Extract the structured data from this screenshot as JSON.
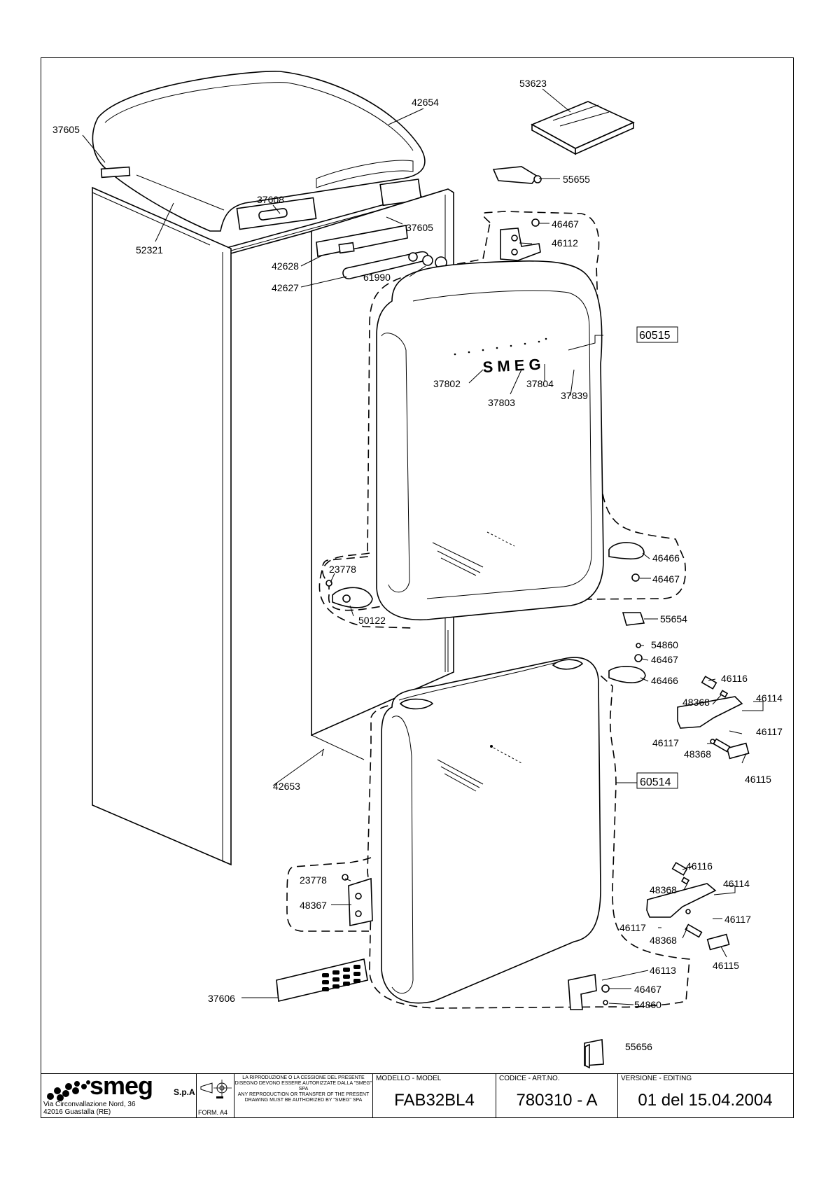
{
  "part_labels": {
    "p53623": "53623",
    "p42654": "42654",
    "p37605a": "37605",
    "p55655": "55655",
    "p37608": "37608",
    "p46467a": "46467",
    "p46112": "46112",
    "p37605b": "37605",
    "p52321": "52321",
    "p42628": "42628",
    "p42627": "42627",
    "p61990": "61990",
    "p60515": "60515",
    "p37802": "37802",
    "p37804": "37804",
    "p37803": "37803",
    "p37839": "37839",
    "p46466a": "46466",
    "p23778a": "23778",
    "p46467b": "46467",
    "p50122": "50122",
    "p55654": "55654",
    "p54860a": "54860",
    "p46467c": "46467",
    "p46116a": "46116",
    "p46466b": "46466",
    "p48368a": "48368",
    "p46114a": "46114",
    "p46117a": "46117",
    "p46117b": "46117",
    "p48368b": "48368",
    "p46115a": "46115",
    "p60514": "60514",
    "p42653": "42653",
    "p46116b": "46116",
    "p23778b": "23778",
    "p48368c": "48368",
    "p46114b": "46114",
    "p48367": "48367",
    "p46117c": "46117",
    "p46117d": "46117",
    "p48368d": "48368",
    "p46115b": "46115",
    "p46113": "46113",
    "p37606": "37606",
    "p46467d": "46467",
    "p54860b": "54860",
    "p55656": "55656"
  },
  "title_block": {
    "company": "smeg",
    "company_suffix": "S.p.A",
    "address_line1": "Via Circonvallazione Nord, 36",
    "address_line2": "42016  Guastalla (RE)",
    "form": "FORM. A4",
    "notice_it": "LA RIPRODUZIONE O LA CESSIONE DEL PRESENTE DISEGNO DEVONO ESSERE AUTORIZZATE DALLA \"SMEG\" SPA",
    "notice_en": "ANY REPRODUCTION OR TRANSFER OF THE PRESENT DRAWING MUST BE AUTHORIZED BY \"SMEG\" SPA",
    "model_header": "MODELLO - MODEL",
    "model_value": "FAB32BL4",
    "code_header": "CODICE - ART.NO.",
    "code_value": "780310 - A",
    "version_header": "VERSIONE - EDITING",
    "version_value": "01 del 15.04.2004"
  }
}
